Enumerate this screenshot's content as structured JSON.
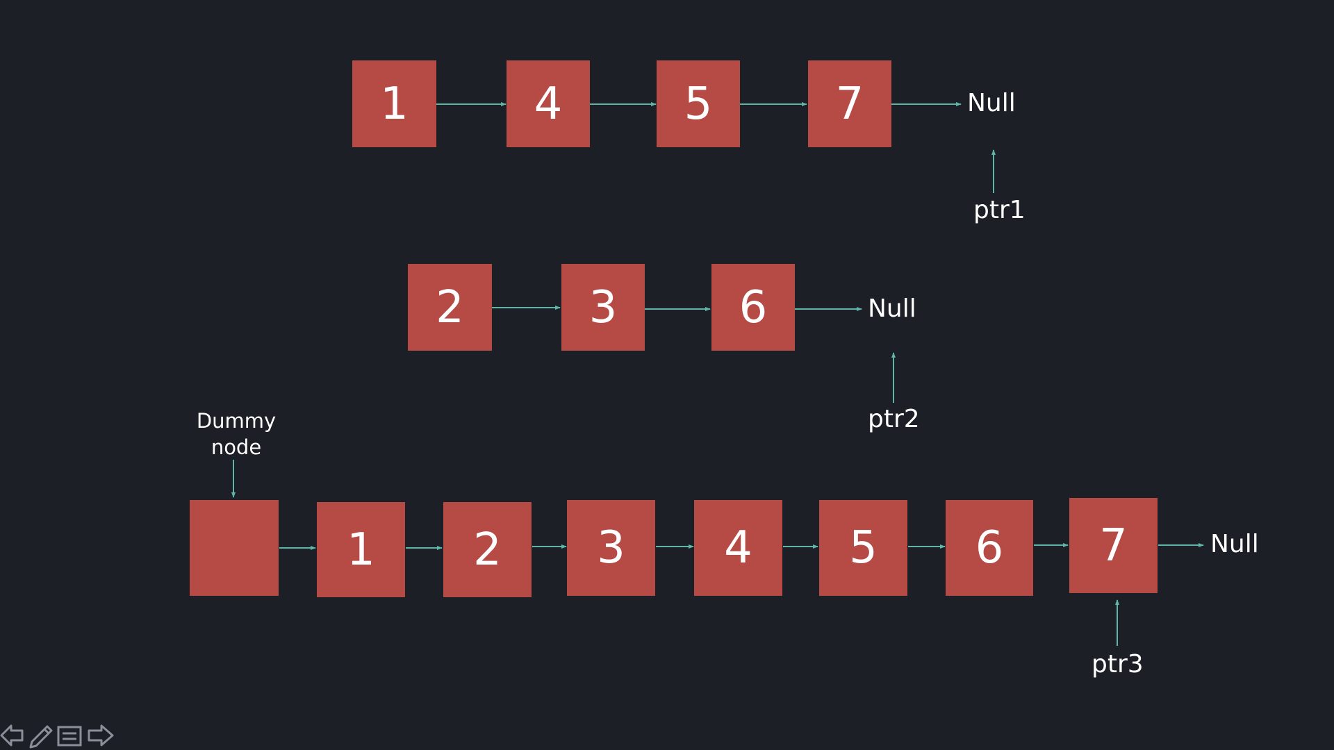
{
  "colors": {
    "background": "#1c1f26",
    "node_fill": "#b64a45",
    "arrow": "#5fb5a8",
    "text": "#ffffff"
  },
  "list1": {
    "nodes": [
      "1",
      "4",
      "5",
      "7"
    ],
    "null_label": "Null",
    "pointer_label": "ptr1"
  },
  "list2": {
    "nodes": [
      "2",
      "3",
      "6"
    ],
    "null_label": "Null",
    "pointer_label": "ptr2"
  },
  "merged": {
    "dummy_label_line1": "Dummy",
    "dummy_label_line2": "node",
    "dummy_value": "",
    "nodes": [
      "1",
      "2",
      "3",
      "4",
      "5",
      "6",
      "7"
    ],
    "null_label": "Null",
    "pointer_label": "ptr3"
  },
  "controls": {
    "icons": [
      "previous-slide-icon",
      "pen-icon",
      "slides-menu-icon",
      "next-slide-icon"
    ]
  }
}
